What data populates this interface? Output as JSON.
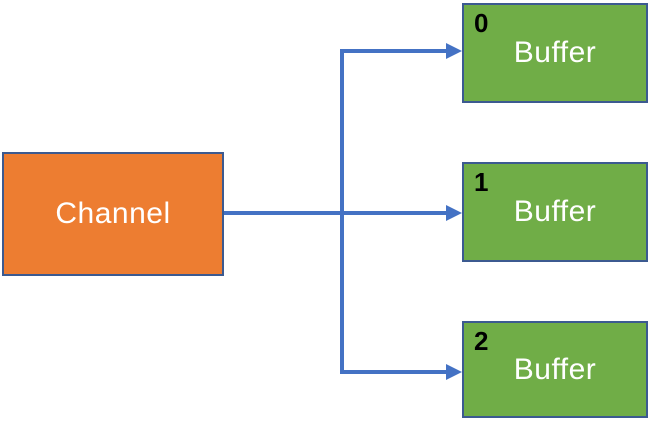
{
  "diagram": {
    "channel": {
      "label": "Channel"
    },
    "buffers": [
      {
        "index": "0",
        "label": "Buffer"
      },
      {
        "index": "1",
        "label": "Buffer"
      },
      {
        "index": "2",
        "label": "Buffer"
      }
    ]
  },
  "colors": {
    "background": "#FFFFFF",
    "channel_fill": "#ED7D31",
    "buffer_fill": "#70AD47",
    "box_border": "#3C5A90",
    "arrow": "#4472C4",
    "box_label_text": "#FFFFFF",
    "index_text": "#000000"
  }
}
